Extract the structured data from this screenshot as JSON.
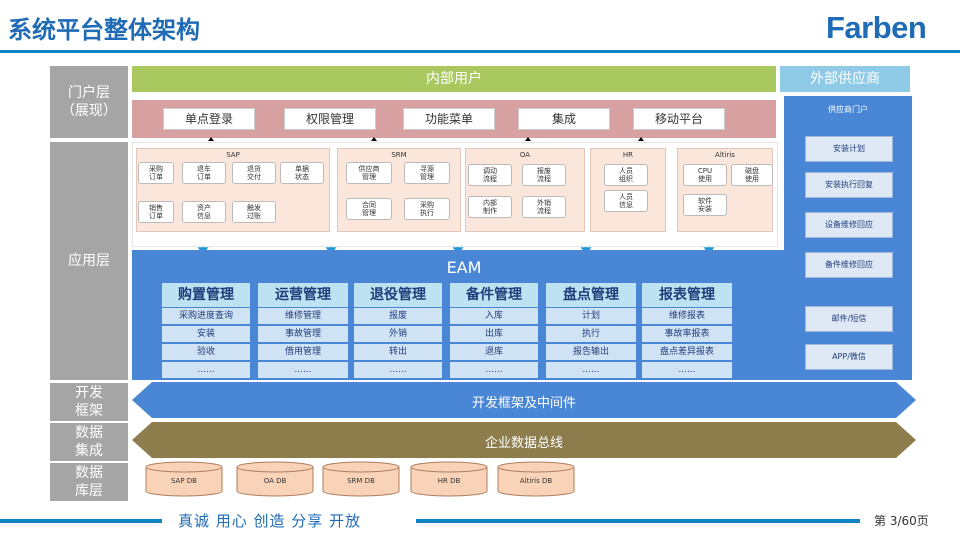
{
  "header": {
    "title": "系统平台整体架构",
    "logo_text": "Farben"
  },
  "layers": {
    "portal": "门户层\n（展现）",
    "app": "应用层",
    "dev": "开发\n框架",
    "data_integration": "数据\n集成",
    "db": "数据\n库层"
  },
  "portal": {
    "internal_users": "内部用户",
    "external_supplier": "外部供应商",
    "buttons": [
      "单点登录",
      "权限管理",
      "功能菜单",
      "集成",
      "移动平台"
    ]
  },
  "systems": [
    {
      "name": "SAP",
      "items": [
        "采购\n订单",
        "退车\n订单",
        "退货\n交付",
        "单据\n状态",
        "销售\n订单",
        "资产\n信息",
        "触发\n过账"
      ]
    },
    {
      "name": "SRM",
      "items": [
        "供应商\n管理",
        "寻源\n管理",
        "合同\n管理",
        "采购\n执行"
      ]
    },
    {
      "name": "OA",
      "items": [
        "调动\n流程",
        "报废\n流程",
        "内部\n制作",
        "外销\n流程"
      ]
    },
    {
      "name": "HR",
      "items": [
        "人员\n组织",
        "人员\n信息"
      ]
    },
    {
      "name": "Altiris",
      "items": [
        "CPU\n使用",
        "磁盘\n使用",
        "软件\n安装"
      ]
    }
  ],
  "eam": {
    "title": "EAM",
    "modules": [
      {
        "name": "购置管理",
        "items": [
          "采购进度查询",
          "安装",
          "验收",
          "......"
        ]
      },
      {
        "name": "运营管理",
        "items": [
          "维修管理",
          "事故管理",
          "借用管理",
          "......"
        ]
      },
      {
        "name": "退役管理",
        "items": [
          "报废",
          "外销",
          "转出",
          "......"
        ]
      },
      {
        "name": "备件管理",
        "items": [
          "入库",
          "出库",
          "退库",
          "......"
        ]
      },
      {
        "name": "盘点管理",
        "items": [
          "计划",
          "执行",
          "报告输出",
          "......"
        ]
      },
      {
        "name": "报表管理",
        "items": [
          "维修报表",
          "事故率报表",
          "盘点差异报表",
          "......"
        ]
      }
    ]
  },
  "supplier_portal": {
    "title": "供应商门户",
    "items": [
      "安装计划",
      "安装执行回复",
      "设备维修回应",
      "备件维修回应",
      "邮件/短信",
      "APP/微信"
    ]
  },
  "dev_framework": "开发框架及中间件",
  "data_bus": "企业数据总线",
  "databases": [
    "SAP DB",
    "OA DB",
    "SRM DB",
    "HR DB",
    "Altiris DB"
  ],
  "footer": {
    "slogan": "真诚 用心 创造 分享 开放",
    "page": "第 3/60页"
  },
  "colors": {
    "brand_blue": "#1f6bb5",
    "eam_blue": "#4a86d6",
    "green_band": "#a9c85f",
    "olive_band": "#8d7d4d",
    "pink_row": "#d8a1a1",
    "db_fill": "#f9d3b8"
  }
}
